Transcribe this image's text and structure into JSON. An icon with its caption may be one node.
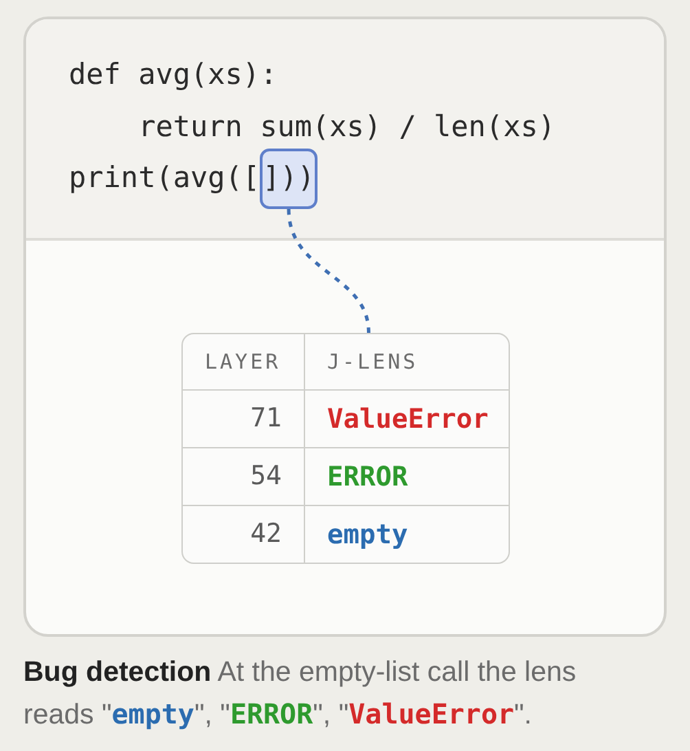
{
  "diagram": {
    "caption": "**Bug detection** At the empty-list call the lens reads \"empty\", \"ERROR\", \"ValueError\".",
    "nodes": [
      {
        "text": [
          "def avg(xs):",
          "return sum(xs) / len(xs)",
          "print(avg(["
        ]
      },
      {
        "text": [
          "]))"
        ],
        "in": 0
      },
      {
        "text": [
          "LAYER",
          "J-LENS",
          "71",
          "ValueError",
          "54",
          "ERROR",
          "42",
          "empty"
        ]
      }
    ],
    "edges": [
      {
        "from": 1,
        "to": 2,
        "arrow": "none",
        "style": "dashed",
        "color": "#3f6fb3"
      }
    ]
  }
}
